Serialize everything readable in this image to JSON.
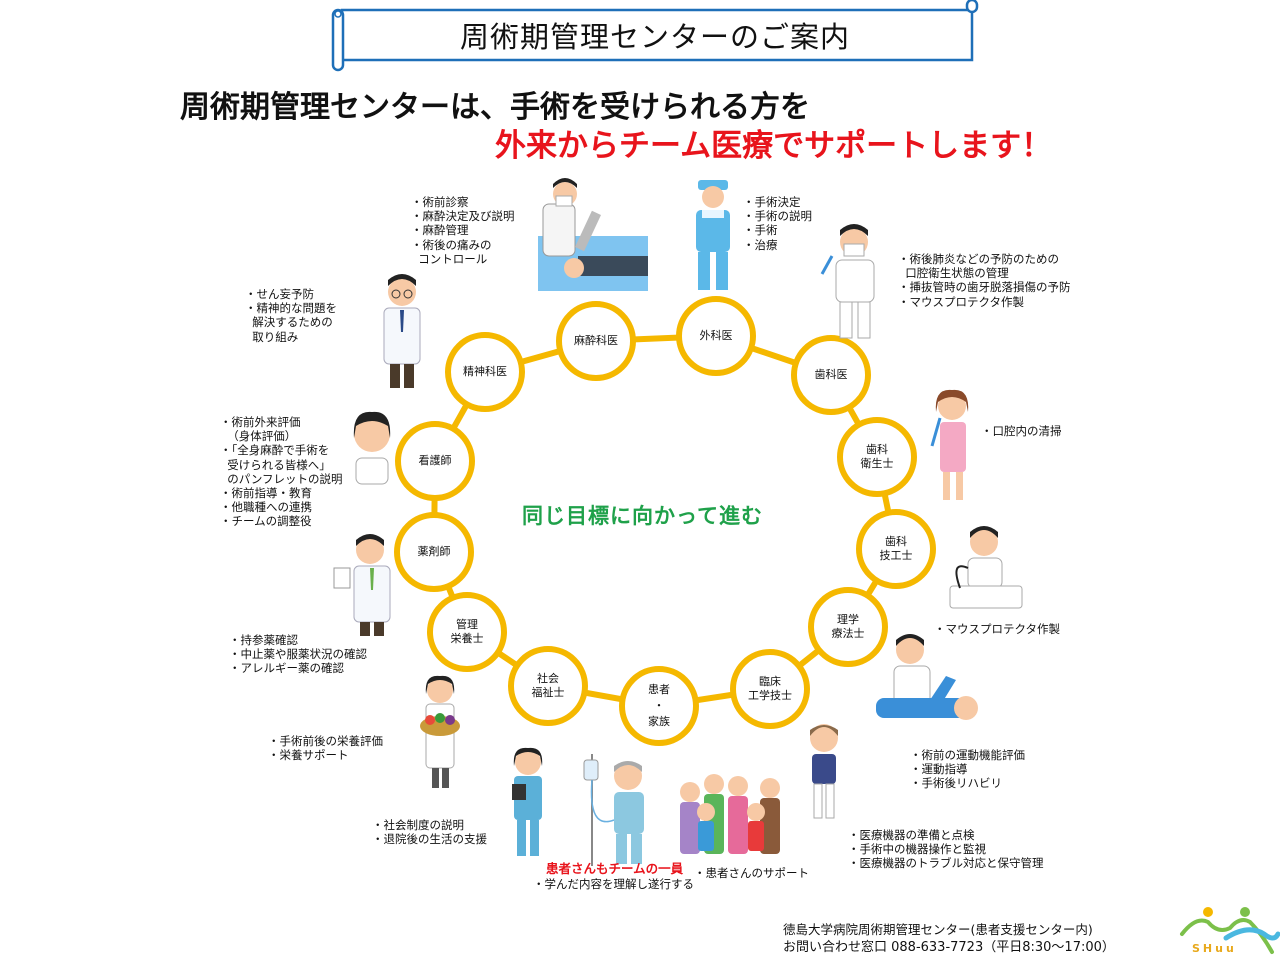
{
  "banner": {
    "title": "周術期管理センターのご案内"
  },
  "lead": {
    "line1": "周術期管理センターは、手術を受けられる方を",
    "line2": "外来からチーム医療でサポートします！"
  },
  "goal_text": "同じ目標に向かって進む",
  "colors": {
    "ring": "#f5b800",
    "accent_red": "#e8141c",
    "goal_green": "#1fa14a",
    "banner_blue": "#1e6fb8"
  },
  "team": [
    {
      "id": "psychiatrist",
      "label": [
        "精神科医"
      ],
      "icon": "psychiatrist-doctor-icon",
      "duties": [
        "・せん妄予防",
        "・精神的な問題を",
        "  解決するための",
        "  取り組み"
      ]
    },
    {
      "id": "anesthesiologist",
      "label": [
        "麻酔科医"
      ],
      "icon": "anesthesiologist-icon",
      "duties": [
        "・術前診察",
        "・麻酔決定及び説明",
        "・麻酔管理",
        "・術後の痛みの",
        "  コントロール"
      ]
    },
    {
      "id": "surgeon",
      "label": [
        "外科医"
      ],
      "icon": "surgeon-icon",
      "duties": [
        "・手術決定",
        "・手術の説明",
        "・手術",
        "・治療"
      ]
    },
    {
      "id": "dentist",
      "label": [
        "歯科医"
      ],
      "icon": "dentist-icon",
      "duties": [
        "・術後肺炎などの予防のための",
        "  口腔衛生状態の管理",
        "・挿抜管時の歯牙脱落損傷の予防",
        "・マウスプロテクタ作製"
      ]
    },
    {
      "id": "dental-hygienist",
      "label": [
        "歯科",
        "衛生士"
      ],
      "icon": "dental-hygienist-icon",
      "duties": [
        "・口腔内の清掃"
      ]
    },
    {
      "id": "dental-technician",
      "label": [
        "歯科",
        "技工士"
      ],
      "icon": "dental-technician-icon",
      "duties": [
        "・マウスプロテクタ作製"
      ]
    },
    {
      "id": "physical-therapist",
      "label": [
        "理学",
        "療法士"
      ],
      "icon": "physical-therapist-icon",
      "duties": [
        "・術前の運動機能評価",
        "・運動指導",
        "・手術後リハビリ"
      ]
    },
    {
      "id": "clinical-engineer",
      "label": [
        "臨床",
        "工学技士"
      ],
      "icon": "clinical-engineer-icon",
      "duties": [
        "・医療機器の準備と点検",
        "・手術中の機器操作と監視",
        "・医療機器のトラブル対応と保守管理"
      ]
    },
    {
      "id": "patient-family",
      "label": [
        "患者",
        "・",
        "家族"
      ],
      "icon": "patient-family-icon",
      "duties": []
    },
    {
      "id": "social-worker",
      "label": [
        "社会",
        "福祉士"
      ],
      "icon": "social-worker-icon",
      "duties": [
        "・社会制度の説明",
        "・退院後の生活の支援"
      ]
    },
    {
      "id": "dietitian",
      "label": [
        "管理",
        "栄養士"
      ],
      "icon": "dietitian-icon",
      "duties": [
        "・手術前後の栄養評価",
        "・栄養サポート"
      ]
    },
    {
      "id": "pharmacist",
      "label": [
        "薬剤師"
      ],
      "icon": "pharmacist-icon",
      "duties": [
        "・持参薬確認",
        "・中止薬や服薬状況の確認",
        "・アレルギー薬の確認"
      ]
    },
    {
      "id": "nurse",
      "label": [
        "看護師"
      ],
      "icon": "nurse-icon",
      "duties": [
        "・術前外来評価",
        "  （身体評価）",
        "・「全身麻酔で手術を",
        "  受けられる皆様へ」",
        "  のパンフレットの説明",
        "・術前指導・教育",
        "・他職種への連携",
        "・チームの調整役"
      ]
    }
  ],
  "patient": {
    "member_title": "患者さんもチームの一員",
    "member_duty": "・学んだ内容を理解し遂行する",
    "family_duty": "・患者さんのサポート"
  },
  "footer": {
    "line1": "徳島大学病院周術期管理センター(患者支援センター内)",
    "line2": "お問い合わせ窓口  088-633-7723（平日8:30～17:00）"
  },
  "logo": {
    "text": "SHuu"
  }
}
